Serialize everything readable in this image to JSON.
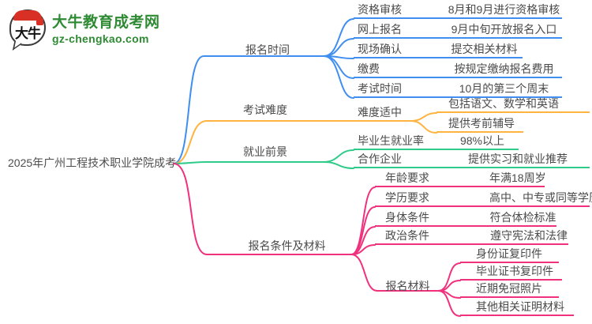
{
  "site": {
    "name": "大牛教育成考网",
    "url": "gz-chengkao.com",
    "logo_chars": "大牛"
  },
  "palette": {
    "blue": "#3F8EF0",
    "yellow": "#FFB340",
    "green": "#2FCB8A",
    "pink": "#F0327E",
    "text": "#4A4A4A",
    "logo_green": "#2E8A33",
    "logo_red": "#D93025"
  },
  "root": {
    "label": "2025年广州工程技术职业学院成考"
  },
  "branches": [
    {
      "label": "报名时间",
      "color": "#3F8EF0",
      "children": [
        {
          "label": "资格审核",
          "value": "8月和9月进行资格审核"
        },
        {
          "label": "网上报名",
          "value": "9月中旬开放报名入口"
        },
        {
          "label": "现场确认",
          "value": "提交相关材料"
        },
        {
          "label": "缴费",
          "value": "按规定缴纳报名费用"
        },
        {
          "label": "考试时间",
          "value": "10月的第三个周末"
        }
      ]
    },
    {
      "label": "考试难度",
      "color": "#FFB340",
      "children": [
        {
          "label": "难度适中",
          "values": [
            "包括语文、数学和英语",
            "提供考前辅导"
          ]
        }
      ]
    },
    {
      "label": "就业前景",
      "color": "#2FCB8A",
      "children": [
        {
          "label": "毕业生就业率",
          "value": "98%以上"
        },
        {
          "label": "合作企业",
          "value": "提供实习和就业推荐"
        }
      ]
    },
    {
      "label": "报名条件及材料",
      "color": "#F0327E",
      "children": [
        {
          "label": "年龄要求",
          "value": "年满18周岁"
        },
        {
          "label": "学历要求",
          "value": "高中、中专或同等学历"
        },
        {
          "label": "身体条件",
          "value": "符合体检标准"
        },
        {
          "label": "政治条件",
          "value": "遵守宪法和法律"
        },
        {
          "label": "报名材料",
          "values": [
            "身份证复印件",
            "毕业证书复印件",
            "近期免冠照片",
            "其他相关证明材料"
          ]
        }
      ]
    }
  ]
}
